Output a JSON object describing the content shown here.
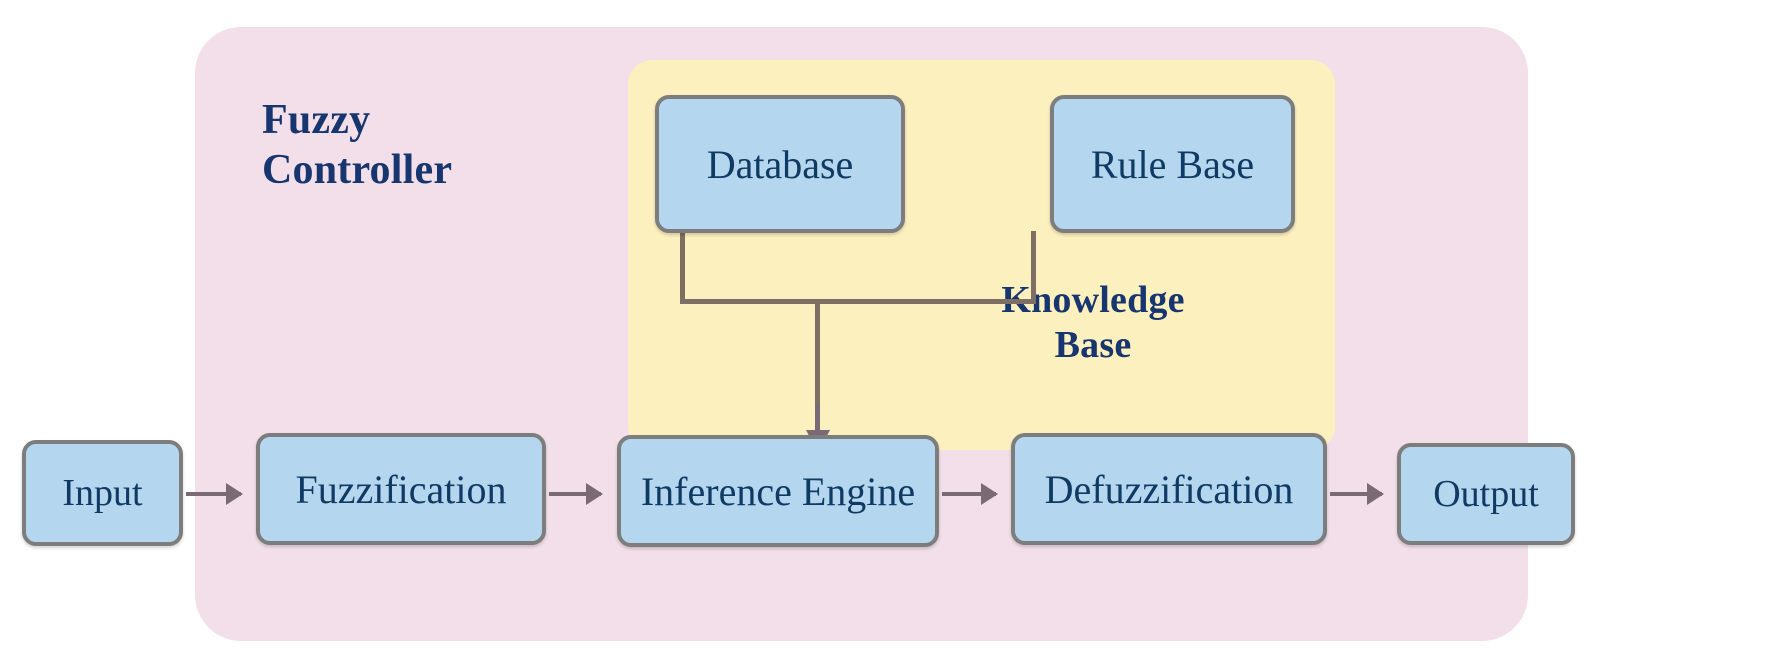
{
  "diagram": {
    "title": "Fuzzy Logic Controller Block Diagram",
    "panels": {
      "fuzzy_controller": {
        "label_line1": "Fuzzy",
        "label_line2": "Controller",
        "color": "#f2dfe9"
      },
      "knowledge_base": {
        "label_line1": "Knowledge",
        "label_line2": "Base",
        "color": "#fdf0bf"
      }
    },
    "nodes": {
      "database": "Database",
      "rule_base": "Rule Base",
      "input": "Input",
      "fuzzification": "Fuzzification",
      "inference_engine": "Inference Engine",
      "defuzzification": "Defuzzification",
      "output": "Output"
    },
    "colors": {
      "node_fill": "#b4d7ef",
      "node_border": "#7d7d7d",
      "node_text": "#0f3a64",
      "caption_text": "#17356e",
      "connector": "#7d6f63",
      "arrow": "#7a6a76"
    },
    "edges": [
      {
        "from": "Input",
        "to": "Fuzzification",
        "type": "arrow"
      },
      {
        "from": "Fuzzification",
        "to": "Inference Engine",
        "type": "arrow"
      },
      {
        "from": "Inference Engine",
        "to": "Defuzzification",
        "type": "arrow"
      },
      {
        "from": "Defuzzification",
        "to": "Output",
        "type": "arrow"
      },
      {
        "from": "Database",
        "to": "Inference Engine",
        "type": "tree-arrow"
      },
      {
        "from": "Rule Base",
        "to": "Inference Engine",
        "type": "tree-arrow"
      }
    ]
  }
}
